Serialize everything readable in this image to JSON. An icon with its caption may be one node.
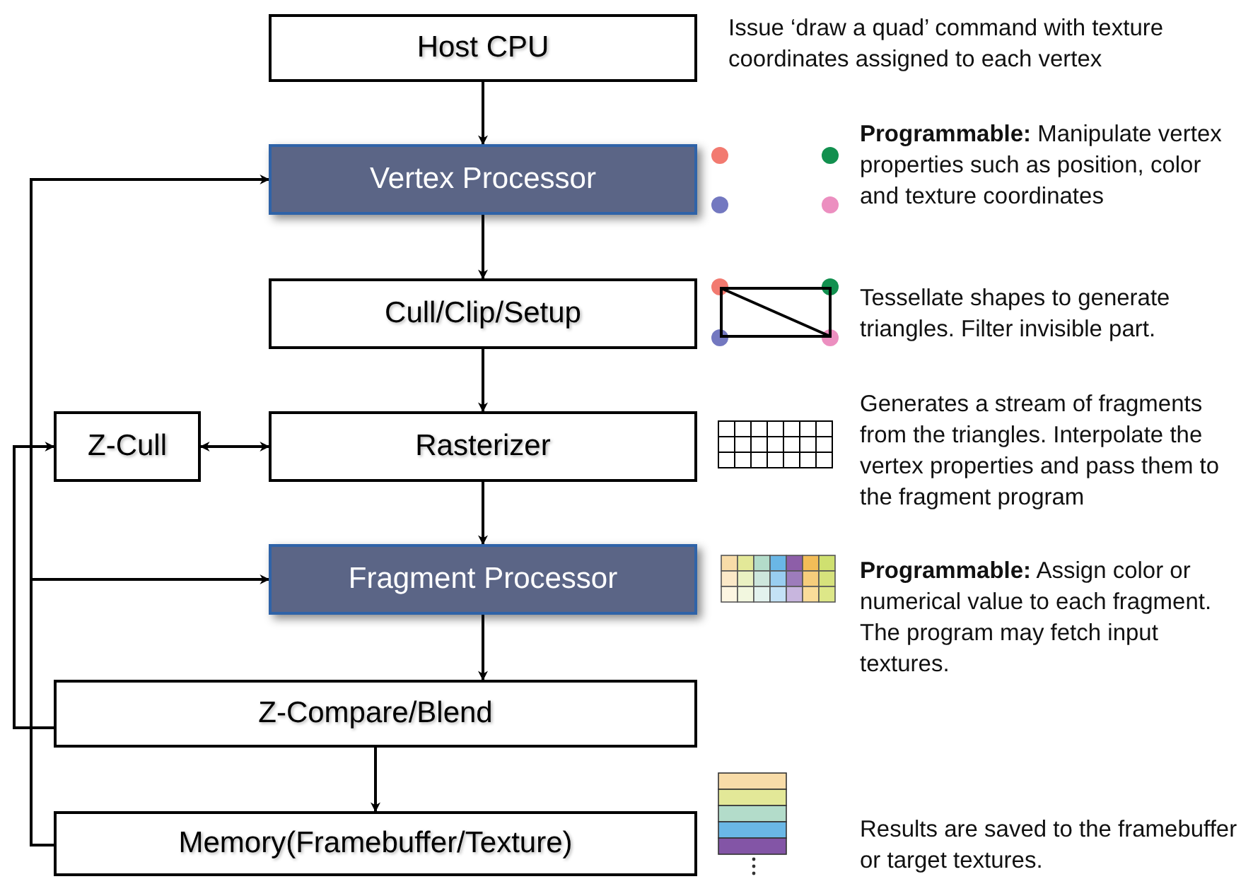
{
  "diagram": {
    "nodes": [
      {
        "text": [
          "Host CPU"
        ],
        "beside": [
          "Issue ‘draw a quad’ command with texture coordinates assigned to each vertex"
        ]
      },
      {
        "text": [
          "Vertex Processor"
        ]
      },
      {
        "text": [
          "Cull/Clip/Setup"
        ]
      },
      {
        "text": [
          "Z-Cull"
        ]
      },
      {
        "text": [
          "Rasterizer"
        ]
      },
      {
        "text": [
          "Fragment Processor"
        ]
      },
      {
        "text": [
          "Z-Compare/Blend"
        ]
      },
      {
        "text": [
          "Memory(Framebuffer/Texture)"
        ]
      }
    ],
    "labels": [
      "**Programmable:** Manipulate vertex properties such as position, color and texture coordinates",
      "Tessellate shapes to generate triangles. Filter invisible part.",
      "Generates a stream of fragments from the triangles. Interpolate the vertex properties and pass them to the fragment program",
      "**Programmable:** Assign color or numerical value to each fragment. The program may fetch input textures.",
      "Results are saved to the framebuffer or target textures."
    ],
    "edges": [
      {
        "from": 0,
        "to": 1,
        "arrow": "to"
      },
      {
        "from": 1,
        "to": 2,
        "arrow": "to"
      },
      {
        "from": 2,
        "to": 4,
        "arrow": "to"
      },
      {
        "from": 3,
        "to": 4,
        "arrow": "both"
      },
      {
        "from": 4,
        "to": 5,
        "arrow": "to"
      },
      {
        "from": 5,
        "to": 6,
        "arrow": "to"
      },
      {
        "from": 6,
        "to": 7,
        "arrow": "to"
      },
      {
        "from": 6,
        "to": 3,
        "arrow": "to"
      },
      {
        "from": 7,
        "to": 1,
        "arrow": "to"
      },
      {
        "from": 7,
        "to": 5,
        "arrow": "to"
      }
    ]
  }
}
